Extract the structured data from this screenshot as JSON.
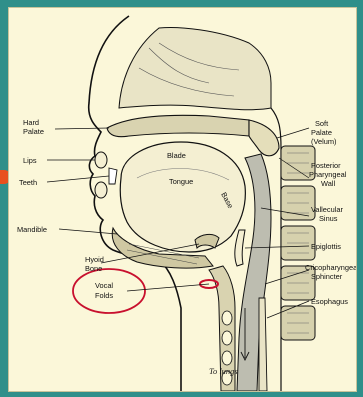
{
  "labels": {
    "hard_palate": [
      "Hard",
      "Palate"
    ],
    "lips": "Lips",
    "teeth": "Teeth",
    "mandible": "Mandible",
    "hyoid_bone": [
      "Hyoid",
      "Bone"
    ],
    "vocal_folds": [
      "Vocal",
      "Folds"
    ],
    "blade": "Blade",
    "tongue": "Tongue",
    "base": "Base",
    "soft_palate": [
      "Soft",
      "Palate",
      "(Velum)"
    ],
    "posterior_pharyngeal_wall": [
      "Posterior",
      "Pharyngeal",
      "Wall"
    ],
    "vallecular_sinus": [
      "Vallecular",
      "Sinus"
    ],
    "epiglottis": "Epiglottis",
    "cricopharyngeal_sphincter": [
      "Cricopharyngeal",
      "Sphincter"
    ],
    "esophagus": "Esophagus",
    "to_lungs": "To lungs"
  },
  "colors": {
    "frame": "#2f8f8a",
    "paper": "#fbf7d9",
    "ink": "#111111",
    "annotation_red": "#c8102e",
    "marker_orange": "#e8501e"
  }
}
